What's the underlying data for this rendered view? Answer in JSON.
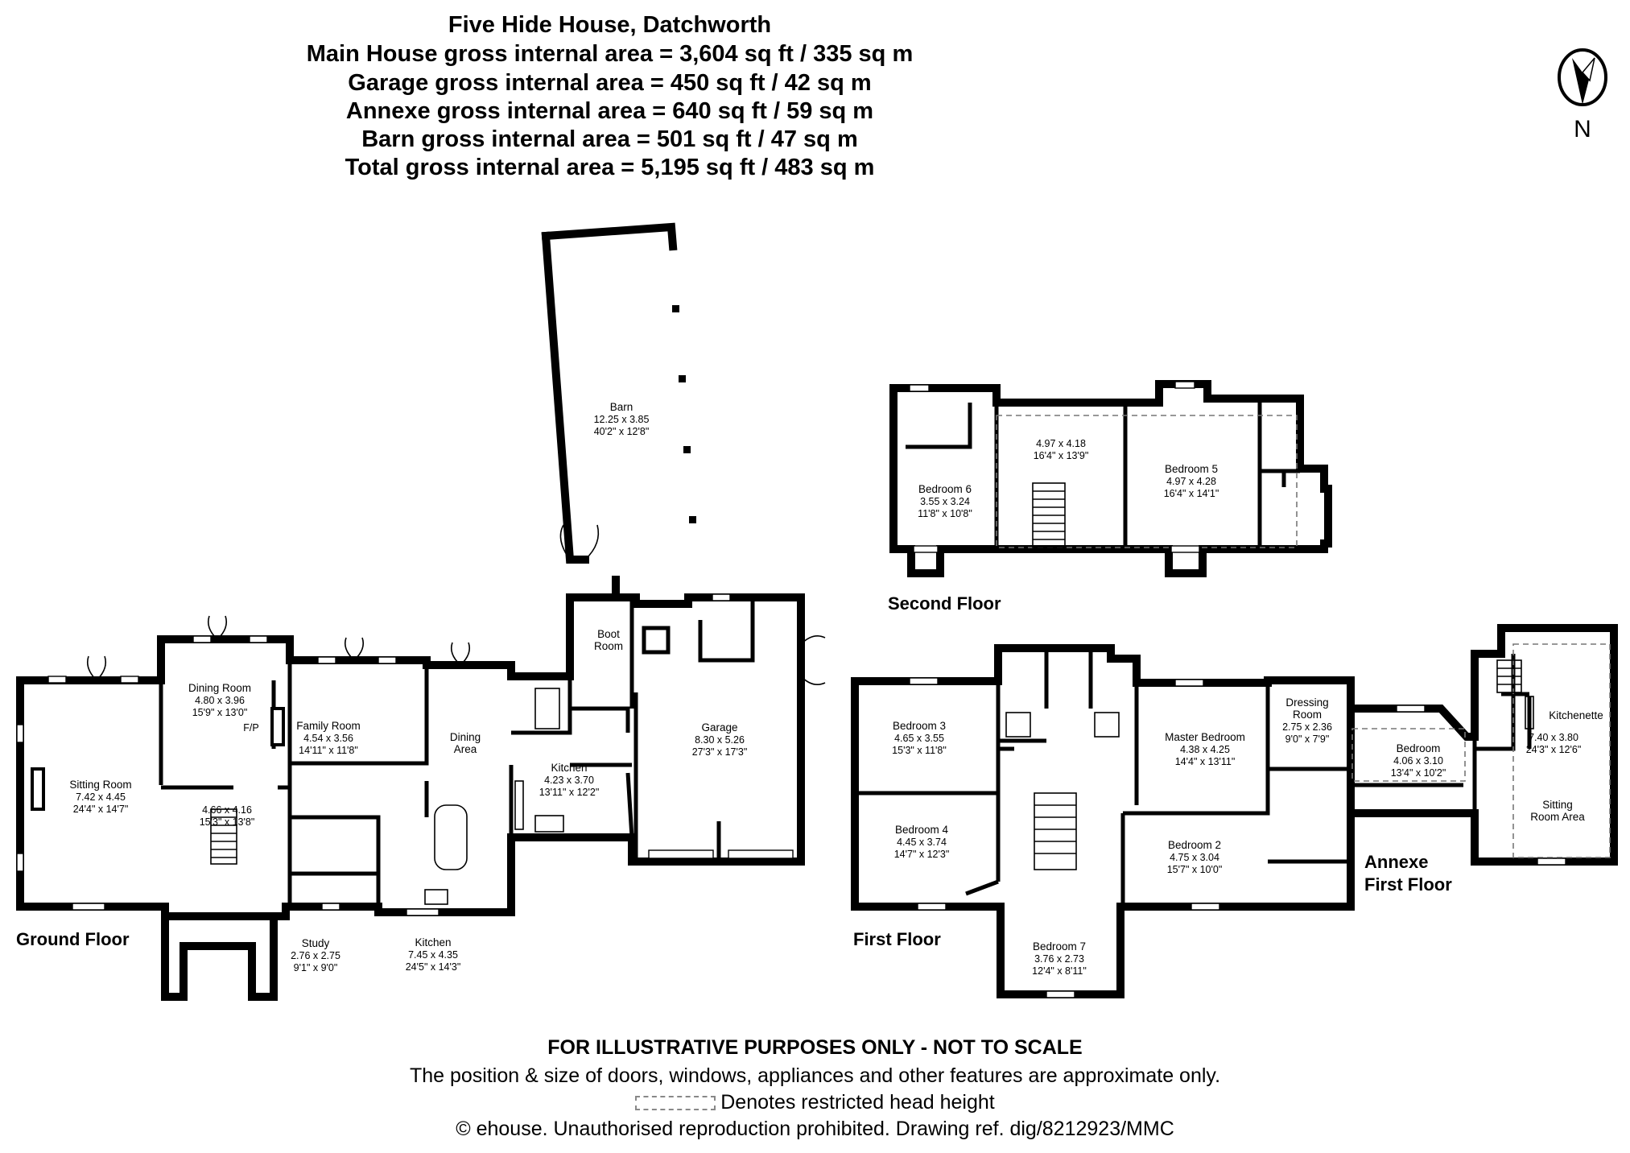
{
  "header": {
    "title": "Five Hide House, Datchworth",
    "areas": [
      "Main House gross internal area = 3,604 sq ft / 335 sq m",
      "Garage gross internal area = 450 sq ft / 42 sq m",
      "Annexe gross internal area = 640 sq ft / 59 sq m",
      "Barn gross internal area = 501 sq ft / 47 sq m",
      "Total gross internal area = 5,195 sq ft / 483 sq m"
    ]
  },
  "compass": {
    "label": "N"
  },
  "floors": {
    "ground": "Ground Floor",
    "first": "First Floor",
    "second": "Second Floor",
    "annexe": [
      "Annexe",
      "First Floor"
    ]
  },
  "rooms": {
    "barn": [
      "Barn",
      "12.25 x 3.85",
      "40'2\" x 12'8\""
    ],
    "boot_room": [
      "Boot",
      "Room"
    ],
    "garage": [
      "Garage",
      "8.30 x 5.26",
      "27'3\" x 17'3\""
    ],
    "dining_room": [
      "Dining Room",
      "4.80 x 3.96",
      "15'9\" x 13'0\""
    ],
    "fp": "F/P",
    "family_room": [
      "Family Room",
      "4.54 x 3.56",
      "14'11\" x 11'8\""
    ],
    "dining_area": [
      "Dining",
      "Area"
    ],
    "kitchen_small": [
      "Kitchen",
      "4.23 x 3.70",
      "13'11\" x 12'2\""
    ],
    "sitting_room": [
      "Sitting Room",
      "7.42 x 4.45",
      "24'4\" x 14'7\""
    ],
    "hall": [
      "4.66 x 4.16",
      "15'3\" x 13'8\""
    ],
    "study": [
      "Study",
      "2.76 x 2.75",
      "9'1\" x 9'0\""
    ],
    "kitchen_large": [
      "Kitchen",
      "7.45 x 4.35",
      "24'5\" x 14'3\""
    ],
    "bedroom6": [
      "Bedroom 6",
      "3.55 x 3.24",
      "11'8\" x 10'8\""
    ],
    "landing2": [
      "4.97 x 4.18",
      "16'4\" x 13'9\""
    ],
    "bedroom5": [
      "Bedroom 5",
      "4.97 x 4.28",
      "16'4\" x 14'1\""
    ],
    "bedroom3": [
      "Bedroom 3",
      "4.65 x 3.55",
      "15'3\" x 11'8\""
    ],
    "bedroom4": [
      "Bedroom 4",
      "4.45 x 3.74",
      "14'7\" x 12'3\""
    ],
    "master": [
      "Master Bedroom",
      "4.38 x 4.25",
      "14'4\" x 13'11\""
    ],
    "dressing": [
      "Dressing",
      "Room",
      "2.75 x 2.36",
      "9'0\" x 7'9\""
    ],
    "bedroom2": [
      "Bedroom 2",
      "4.75 x 3.04",
      "15'7\" x 10'0\""
    ],
    "bedroom7": [
      "Bedroom 7",
      "3.76 x 2.73",
      "12'4\" x 8'11\""
    ],
    "annexe_bedroom": [
      "Bedroom",
      "4.06 x 3.10",
      "13'4\" x 10'2\""
    ],
    "kitchenette": "Kitchenette",
    "annexe_sitting": [
      "7.40 x 3.80",
      "24'3\" x 12'6\""
    ],
    "sitting_area": [
      "Sitting",
      "Room Area"
    ]
  },
  "footer": {
    "disclaimer": "FOR ILLUSTRATIVE PURPOSES ONLY - NOT TO SCALE",
    "note": "The position & size of doors, windows, appliances and other features are approximate only.",
    "legend": "Denotes restricted head height",
    "copyright": "© ehouse. Unauthorised reproduction prohibited. Drawing ref. dig/8212923/MMC"
  }
}
